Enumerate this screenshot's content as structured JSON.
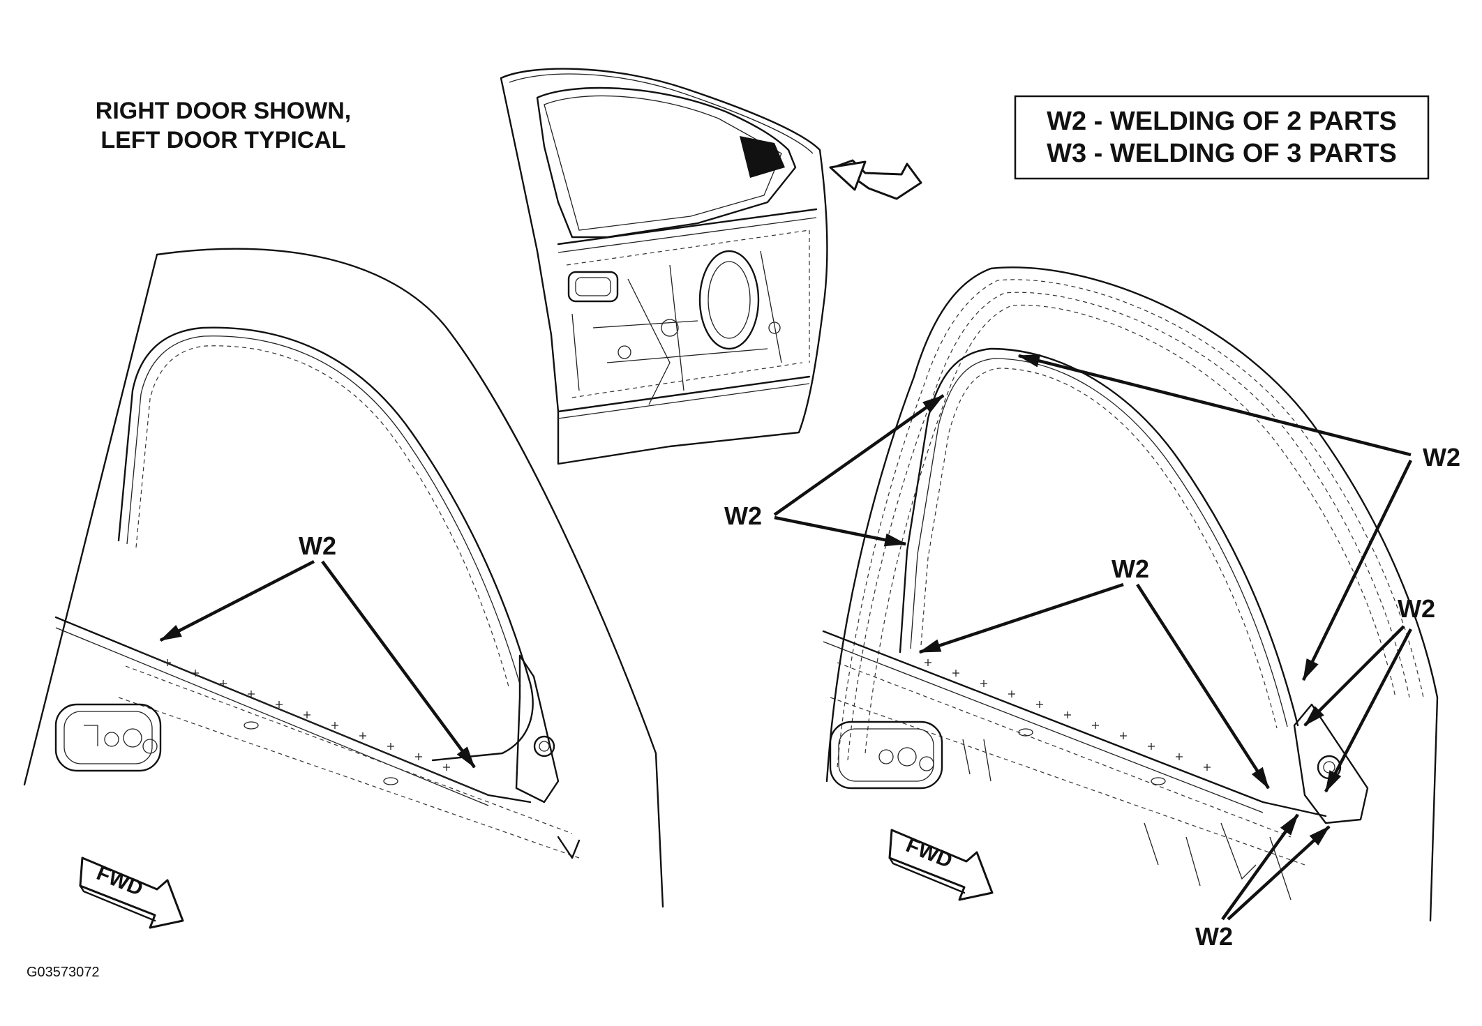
{
  "note": {
    "line1": "RIGHT DOOR SHOWN,",
    "line2": "LEFT DOOR TYPICAL"
  },
  "legend": {
    "line1": "W2 - WELDING OF 2 PARTS",
    "line2": "W3 - WELDING OF 3 PARTS"
  },
  "weld_label": "W2",
  "fwd_label": "FWD",
  "figure_code": "G03573072"
}
